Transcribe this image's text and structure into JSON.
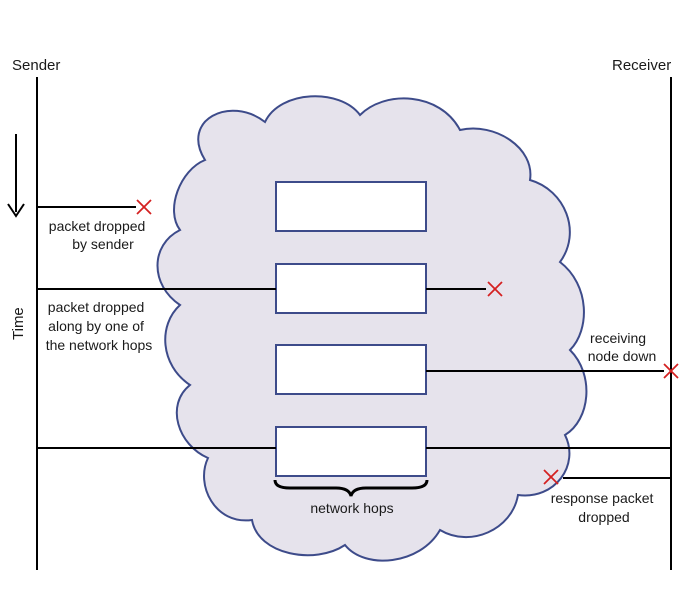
{
  "labels": {
    "sender": "Sender",
    "receiver": "Receiver",
    "time": "Time",
    "network_hops": "network hops"
  },
  "annotations": {
    "dropped_by_sender": [
      "packet dropped",
      "by sender"
    ],
    "dropped_by_hop": [
      "packet dropped",
      "along by one of",
      "the network hops"
    ],
    "receiver_down": [
      "receiving",
      "node down"
    ],
    "response_dropped": [
      "response packet",
      "dropped"
    ]
  },
  "colors": {
    "cloud_fill": "#e6e3ec",
    "cloud_stroke": "#3d4b8a",
    "drop_marker": "#d42020",
    "line": "#000000"
  },
  "icons": {
    "time_arrow": "down-arrow-icon",
    "drop_marker": "x-mark-icon"
  }
}
